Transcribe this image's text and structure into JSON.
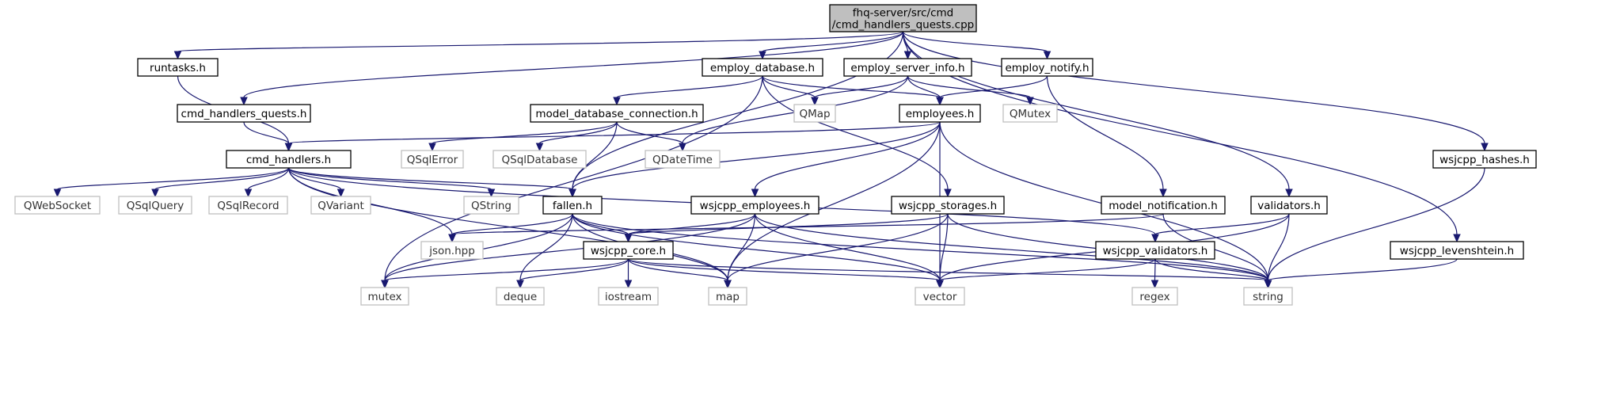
{
  "graph": {
    "edge_color": "#191970",
    "nodes": {
      "root": {
        "lines": [
          "fhq-server/src/cmd",
          "/cmd_handlers_quests.cpp"
        ],
        "kind": "root"
      },
      "runtasks": {
        "lines": [
          "runtasks.h"
        ],
        "kind": "local"
      },
      "employ_database": {
        "lines": [
          "employ_database.h"
        ],
        "kind": "local"
      },
      "employ_server_info": {
        "lines": [
          "employ_server_info.h"
        ],
        "kind": "local"
      },
      "employ_notify": {
        "lines": [
          "employ_notify.h"
        ],
        "kind": "local"
      },
      "cmd_handlers_quests_h": {
        "lines": [
          "cmd_handlers_quests.h"
        ],
        "kind": "local"
      },
      "model_database_connection": {
        "lines": [
          "model_database_connection.h"
        ],
        "kind": "local"
      },
      "QMap": {
        "lines": [
          "QMap"
        ],
        "kind": "system"
      },
      "employees": {
        "lines": [
          "employees.h"
        ],
        "kind": "local"
      },
      "QMutex": {
        "lines": [
          "QMutex"
        ],
        "kind": "system"
      },
      "cmd_handlers": {
        "lines": [
          "cmd_handlers.h"
        ],
        "kind": "local"
      },
      "QSqlError": {
        "lines": [
          "QSqlError"
        ],
        "kind": "system"
      },
      "QSqlDatabase": {
        "lines": [
          "QSqlDatabase"
        ],
        "kind": "system"
      },
      "QDateTime": {
        "lines": [
          "QDateTime"
        ],
        "kind": "system"
      },
      "wsjcpp_hashes": {
        "lines": [
          "wsjcpp_hashes.h"
        ],
        "kind": "local"
      },
      "QWebSocket": {
        "lines": [
          "QWebSocket"
        ],
        "kind": "system"
      },
      "QSqlQuery": {
        "lines": [
          "QSqlQuery"
        ],
        "kind": "system"
      },
      "QSqlRecord": {
        "lines": [
          "QSqlRecord"
        ],
        "kind": "system"
      },
      "QVariant": {
        "lines": [
          "QVariant"
        ],
        "kind": "system"
      },
      "QString": {
        "lines": [
          "QString"
        ],
        "kind": "system"
      },
      "fallen": {
        "lines": [
          "fallen.h"
        ],
        "kind": "local"
      },
      "wsjcpp_employees": {
        "lines": [
          "wsjcpp_employees.h"
        ],
        "kind": "local"
      },
      "wsjcpp_storages": {
        "lines": [
          "wsjcpp_storages.h"
        ],
        "kind": "local"
      },
      "model_notification": {
        "lines": [
          "model_notification.h"
        ],
        "kind": "local"
      },
      "validators": {
        "lines": [
          "validators.h"
        ],
        "kind": "local"
      },
      "json": {
        "lines": [
          "json.hpp"
        ],
        "kind": "system"
      },
      "wsjcpp_core": {
        "lines": [
          "wsjcpp_core.h"
        ],
        "kind": "local"
      },
      "wsjcpp_validators": {
        "lines": [
          "wsjcpp_validators.h"
        ],
        "kind": "local"
      },
      "wsjcpp_levenshtein": {
        "lines": [
          "wsjcpp_levenshtein.h"
        ],
        "kind": "local"
      },
      "mutex": {
        "lines": [
          "mutex"
        ],
        "kind": "system"
      },
      "deque": {
        "lines": [
          "deque"
        ],
        "kind": "system"
      },
      "map": {
        "lines": [
          "map"
        ],
        "kind": "system"
      },
      "iostream": {
        "lines": [
          "iostream"
        ],
        "kind": "system"
      },
      "vector": {
        "lines": [
          "vector"
        ],
        "kind": "system"
      },
      "regex": {
        "lines": [
          "regex"
        ],
        "kind": "system"
      },
      "string": {
        "lines": [
          "string"
        ],
        "kind": "system"
      }
    },
    "edges": [
      [
        "root",
        "runtasks"
      ],
      [
        "root",
        "cmd_handlers_quests_h"
      ],
      [
        "root",
        "employ_database"
      ],
      [
        "root",
        "employ_server_info"
      ],
      [
        "root",
        "employ_notify"
      ],
      [
        "root",
        "fallen"
      ],
      [
        "root",
        "validators"
      ],
      [
        "root",
        "wsjcpp_levenshtein"
      ],
      [
        "root",
        "wsjcpp_hashes"
      ],
      [
        "runtasks",
        "cmd_handlers"
      ],
      [
        "cmd_handlers_quests_h",
        "cmd_handlers"
      ],
      [
        "employ_database",
        "model_database_connection"
      ],
      [
        "employ_database",
        "QMap"
      ],
      [
        "employ_database",
        "employees"
      ],
      [
        "employ_database",
        "mutex"
      ],
      [
        "employ_database",
        "wsjcpp_storages"
      ],
      [
        "employ_server_info",
        "QMap"
      ],
      [
        "employ_server_info",
        "employees"
      ],
      [
        "employ_server_info",
        "QMutex"
      ],
      [
        "employ_server_info",
        "QDateTime"
      ],
      [
        "employ_notify",
        "employees"
      ],
      [
        "employ_notify",
        "model_notification"
      ],
      [
        "model_database_connection",
        "QSqlError"
      ],
      [
        "model_database_connection",
        "QSqlDatabase"
      ],
      [
        "model_database_connection",
        "QDateTime"
      ],
      [
        "model_database_connection",
        "fallen"
      ],
      [
        "employees",
        "cmd_handlers"
      ],
      [
        "employees",
        "fallen"
      ],
      [
        "employees",
        "wsjcpp_employees"
      ],
      [
        "employees",
        "map"
      ],
      [
        "employees",
        "vector"
      ],
      [
        "employees",
        "string"
      ],
      [
        "cmd_handlers",
        "QWebSocket"
      ],
      [
        "cmd_handlers",
        "QSqlQuery"
      ],
      [
        "cmd_handlers",
        "QSqlRecord"
      ],
      [
        "cmd_handlers",
        "QVariant"
      ],
      [
        "cmd_handlers",
        "QString"
      ],
      [
        "cmd_handlers",
        "fallen"
      ],
      [
        "cmd_handlers",
        "json"
      ],
      [
        "cmd_handlers",
        "map"
      ],
      [
        "cmd_handlers",
        "wsjcpp_validators"
      ],
      [
        "fallen",
        "json"
      ],
      [
        "fallen",
        "wsjcpp_core"
      ],
      [
        "fallen",
        "mutex"
      ],
      [
        "fallen",
        "deque"
      ],
      [
        "fallen",
        "map"
      ],
      [
        "fallen",
        "vector"
      ],
      [
        "fallen",
        "string"
      ],
      [
        "wsjcpp_employees",
        "wsjcpp_core"
      ],
      [
        "wsjcpp_employees",
        "mutex"
      ],
      [
        "wsjcpp_employees",
        "map"
      ],
      [
        "wsjcpp_employees",
        "vector"
      ],
      [
        "wsjcpp_employees",
        "string"
      ],
      [
        "wsjcpp_storages",
        "wsjcpp_core"
      ],
      [
        "wsjcpp_storages",
        "map"
      ],
      [
        "wsjcpp_storages",
        "vector"
      ],
      [
        "wsjcpp_storages",
        "string"
      ],
      [
        "model_notification",
        "json"
      ],
      [
        "model_notification",
        "string"
      ],
      [
        "validators",
        "wsjcpp_validators"
      ],
      [
        "validators",
        "vector"
      ],
      [
        "validators",
        "string"
      ],
      [
        "wsjcpp_core",
        "mutex"
      ],
      [
        "wsjcpp_core",
        "deque"
      ],
      [
        "wsjcpp_core",
        "iostream"
      ],
      [
        "wsjcpp_core",
        "map"
      ],
      [
        "wsjcpp_core",
        "vector"
      ],
      [
        "wsjcpp_core",
        "string"
      ],
      [
        "wsjcpp_validators",
        "regex"
      ],
      [
        "wsjcpp_validators",
        "vector"
      ],
      [
        "wsjcpp_validators",
        "string"
      ],
      [
        "wsjcpp_levenshtein",
        "string"
      ],
      [
        "wsjcpp_hashes",
        "string"
      ]
    ]
  }
}
